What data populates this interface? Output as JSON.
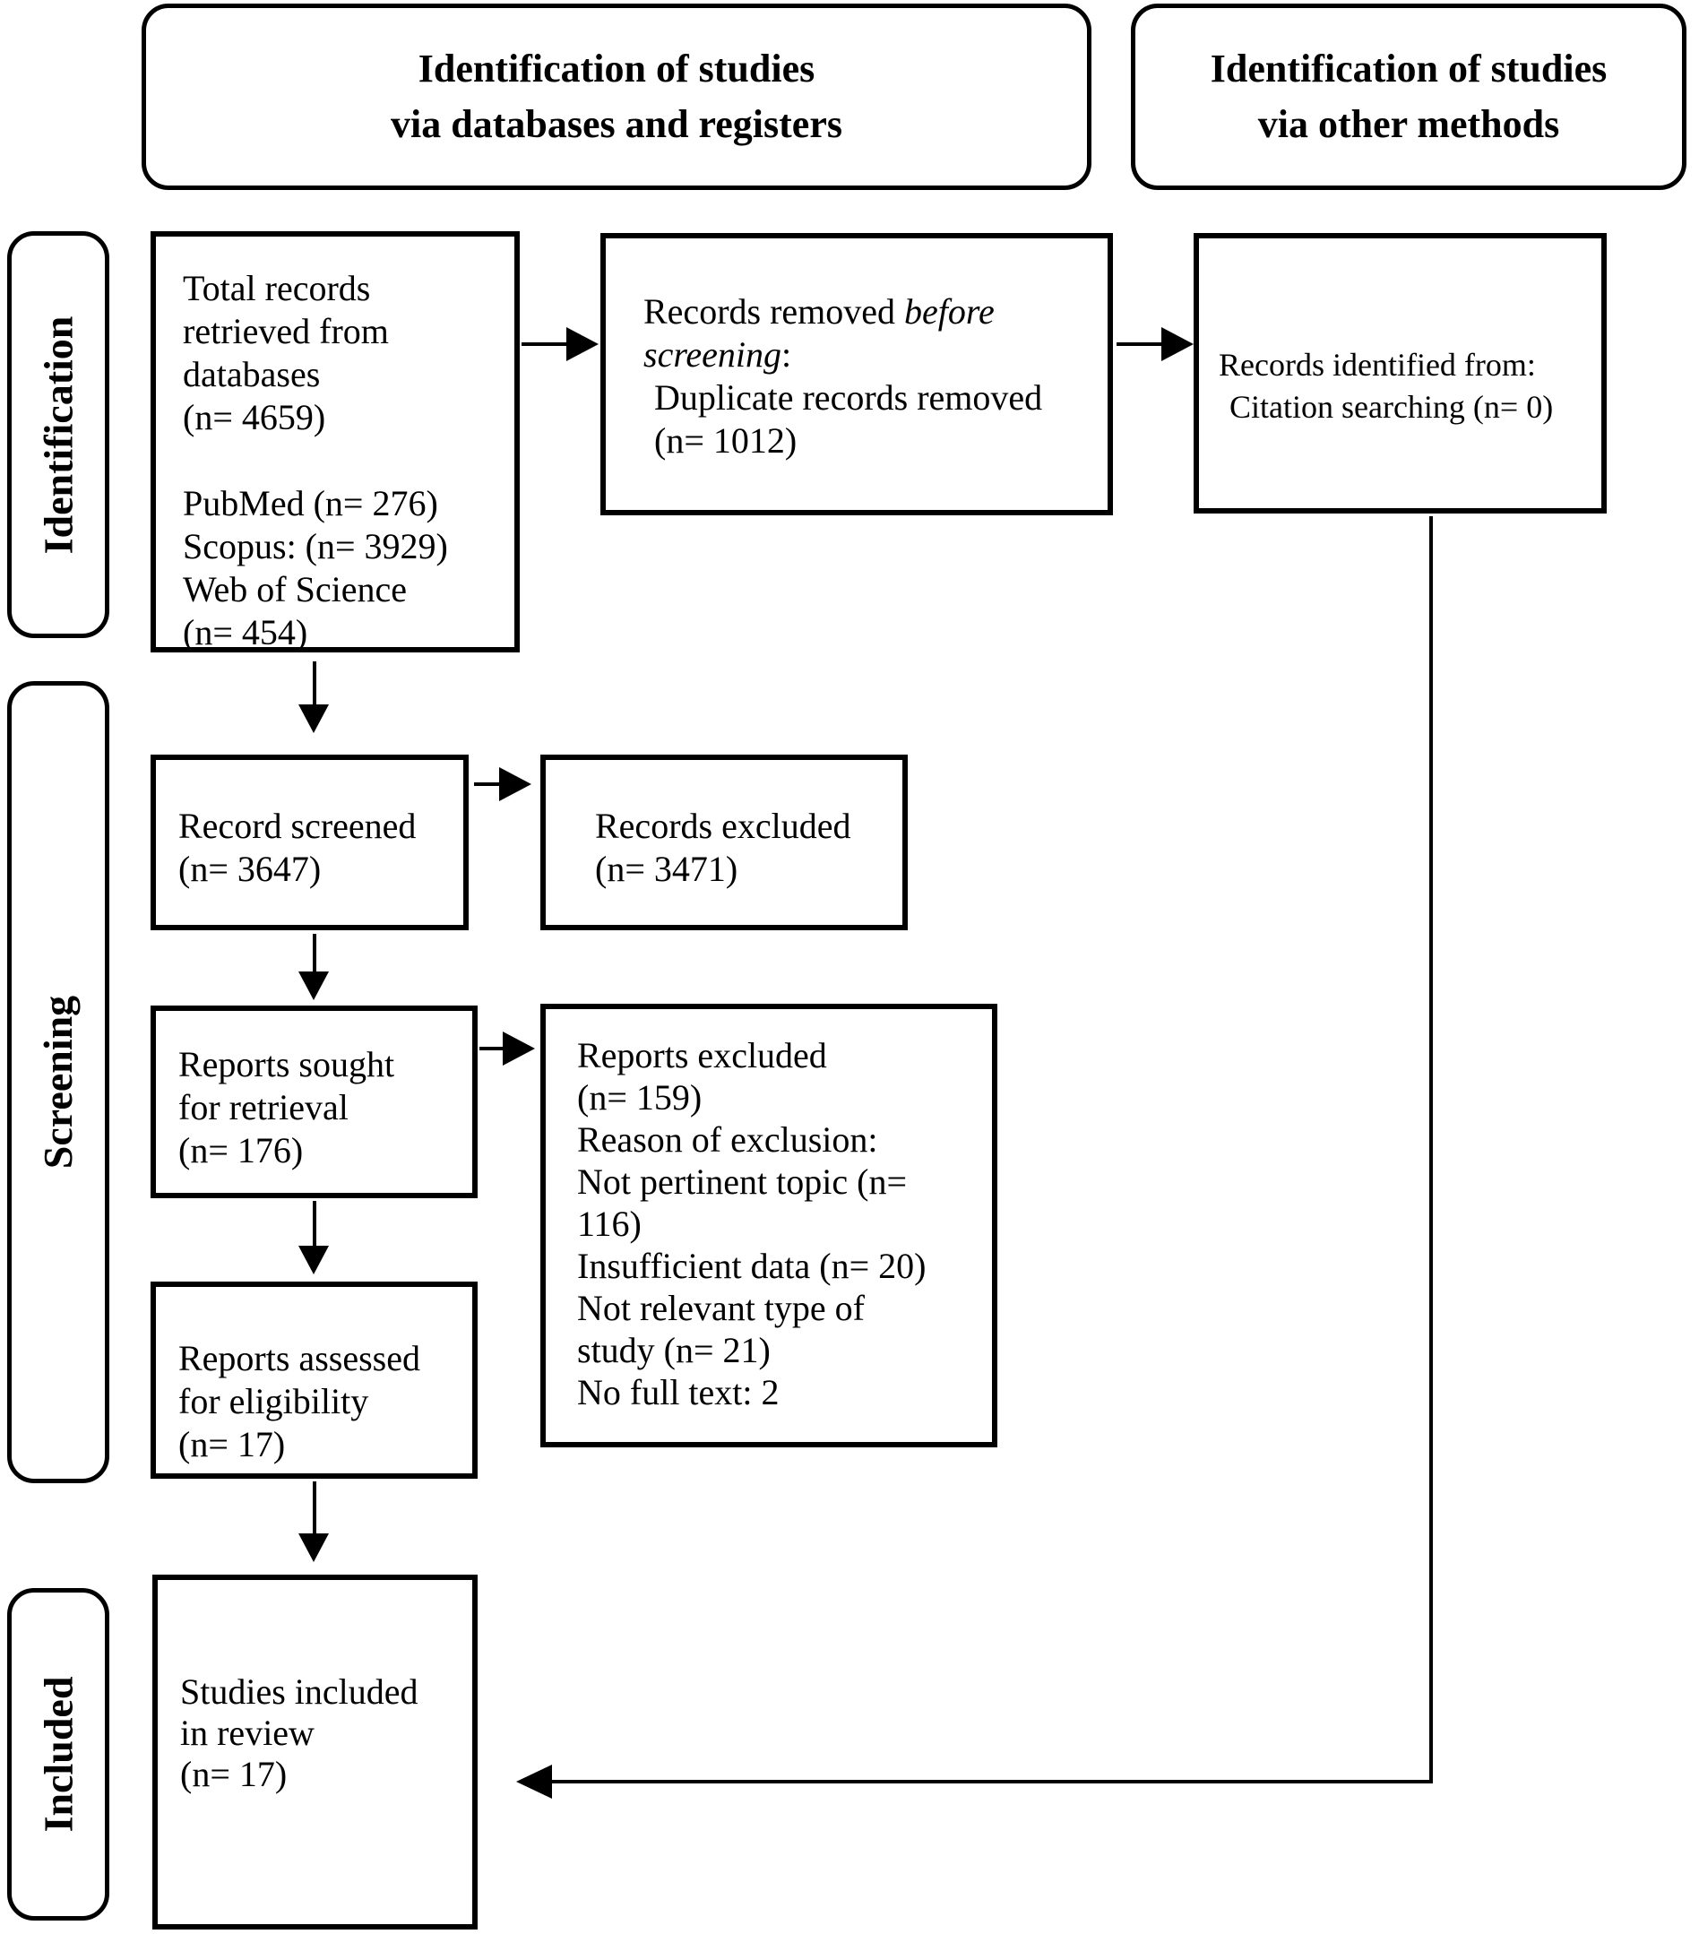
{
  "colors": {
    "ink": "#000000",
    "background": "#ffffff"
  },
  "headers": {
    "databases": {
      "line1": "Identification of studies",
      "line2": "via databases and registers"
    },
    "other_methods": {
      "line1": "Identification of studies",
      "line2": "via other methods"
    }
  },
  "stages": {
    "identification": "Identification",
    "screening": "Screening",
    "included": "Included"
  },
  "boxes": {
    "total_records": {
      "summary_lines": [
        "Total records",
        "retrieved from",
        "databases",
        "(n= 4659)"
      ],
      "source_lines": [
        "PubMed (n= 276)",
        "Scopus: (n= 3929)",
        "Web of Science",
        "(n= 454)"
      ]
    },
    "records_removed": {
      "line1_normal": "Records removed ",
      "line1_italic": "before",
      "line2_italic": "screening",
      "line2_normal": ":",
      "detail_lines": [
        "Duplicate records removed",
        "(n= 1012)"
      ]
    },
    "records_identified": {
      "lines": [
        "Records identified from:",
        "Citation searching (n= 0)"
      ]
    },
    "records_screened": {
      "lines": [
        "Record screened",
        "(n= 3647)"
      ]
    },
    "records_excluded": {
      "lines": [
        "Records excluded",
        "(n= 3471)"
      ]
    },
    "reports_sought": {
      "lines": [
        "Reports sought",
        "for retrieval",
        "(n= 176)"
      ]
    },
    "reports_excluded": {
      "lines": [
        "Reports excluded",
        "(n= 159)",
        "Reason of exclusion:",
        "Not pertinent topic (n=",
        "116)",
        "Insufficient data (n= 20)",
        "Not relevant type of",
        "study (n= 21)",
        "No full text: 2"
      ]
    },
    "reports_assessed": {
      "lines": [
        "Reports assessed",
        "for eligibility",
        "(n= 17)"
      ]
    },
    "studies_included": {
      "lines": [
        "Studies included",
        "in review",
        "(n= 17)"
      ]
    }
  }
}
